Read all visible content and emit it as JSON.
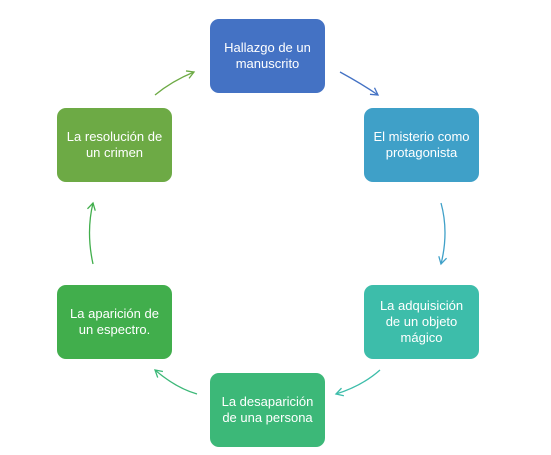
{
  "diagram": {
    "type": "cycle",
    "nodes": [
      {
        "id": "n1",
        "label": "Hallazgo de un manuscrito",
        "color": "#4472C4"
      },
      {
        "id": "n2",
        "label": "El misterio como protagonista",
        "color": "#3FA0C8"
      },
      {
        "id": "n3",
        "label": "La adquisición de un objeto mágico",
        "color": "#3DBDAA"
      },
      {
        "id": "n4",
        "label": "La desaparición de una persona",
        "color": "#3CB878"
      },
      {
        "id": "n5",
        "label": "La aparición de un espectro.",
        "color": "#41AE4C"
      },
      {
        "id": "n6",
        "label": "La resolución de un crimen",
        "color": "#6DAA45"
      }
    ],
    "edges": [
      {
        "from": "n1",
        "to": "n2",
        "color": "#4472C4"
      },
      {
        "from": "n2",
        "to": "n3",
        "color": "#3FA0C8"
      },
      {
        "from": "n3",
        "to": "n4",
        "color": "#3DBDAA"
      },
      {
        "from": "n4",
        "to": "n5",
        "color": "#3CB878"
      },
      {
        "from": "n5",
        "to": "n6",
        "color": "#41AE4C"
      },
      {
        "from": "n6",
        "to": "n1",
        "color": "#6DAA45"
      }
    ]
  }
}
